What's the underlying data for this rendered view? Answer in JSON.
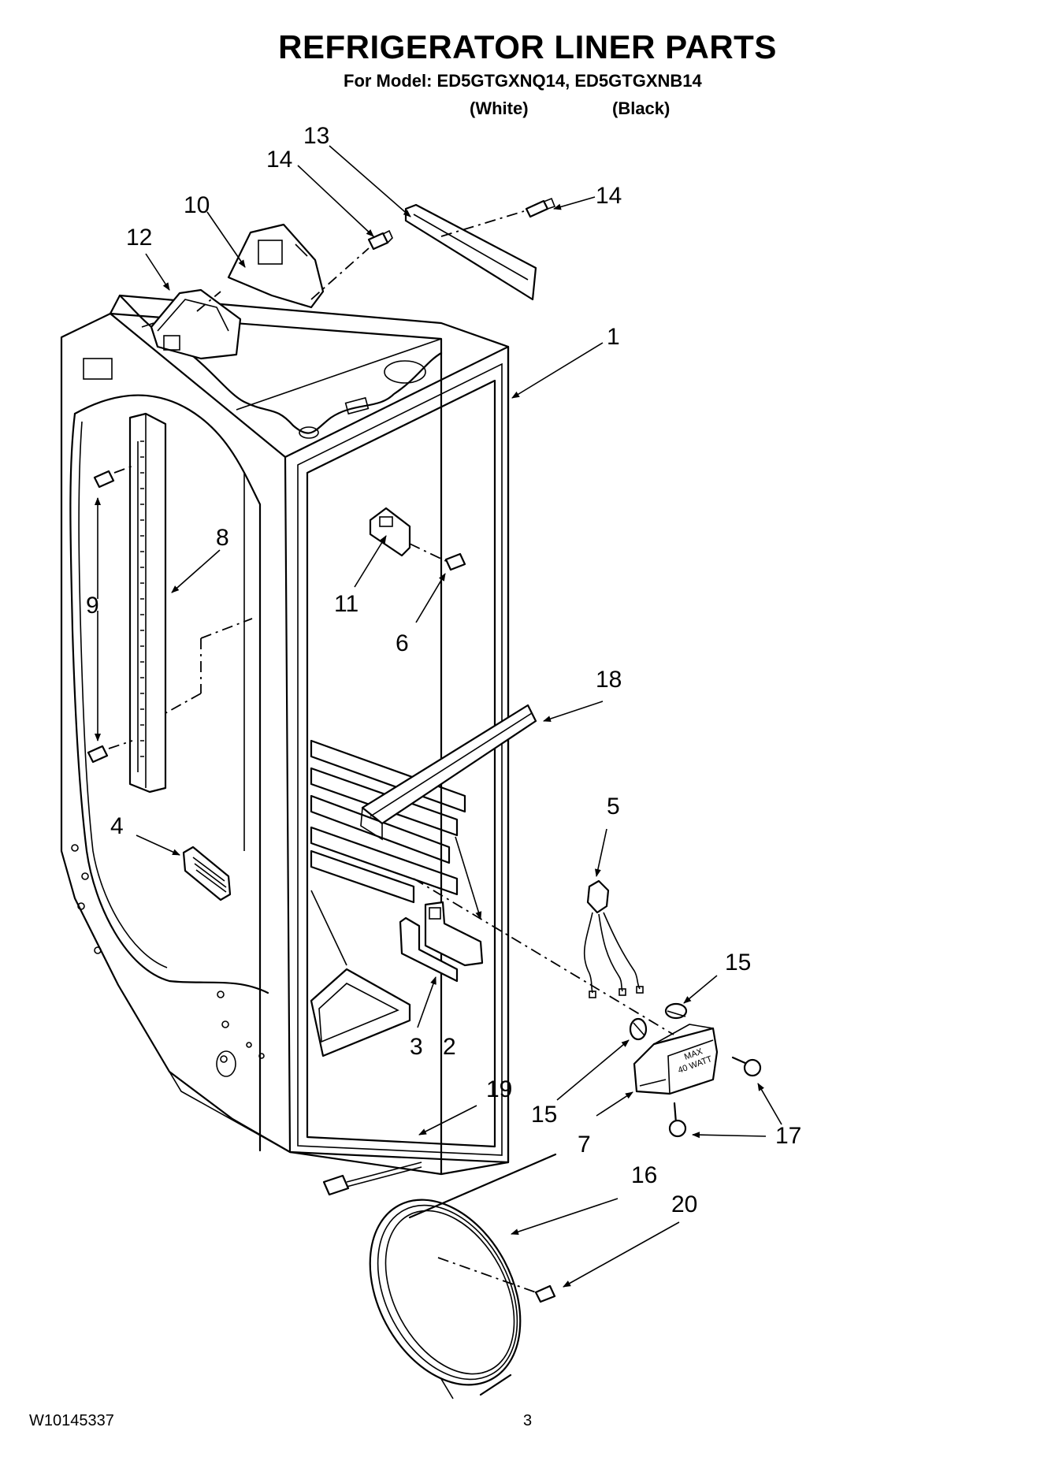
{
  "header": {
    "title": "REFRIGERATOR LINER PARTS",
    "model_line": "For Model: ED5GTGXNQ14, ED5GTGXNB14",
    "variant_white": "(White)",
    "variant_black": "(Black)"
  },
  "diagram": {
    "max_watt_label_1": "MAX",
    "max_watt_label_2": "40 WATT",
    "callouts": {
      "c1": "1",
      "c2": "2",
      "c3": "3",
      "c4": "4",
      "c5": "5",
      "c6": "6",
      "c7": "7",
      "c8": "8",
      "c9": "9",
      "c10": "10",
      "c11": "11",
      "c12": "12",
      "c13": "13",
      "c14a": "14",
      "c14b": "14",
      "c15a": "15",
      "c15b": "15",
      "c16": "16",
      "c17": "17",
      "c18": "18",
      "c19": "19",
      "c20": "20"
    }
  },
  "footer": {
    "doc_number": "W10145337",
    "page_number": "3"
  }
}
